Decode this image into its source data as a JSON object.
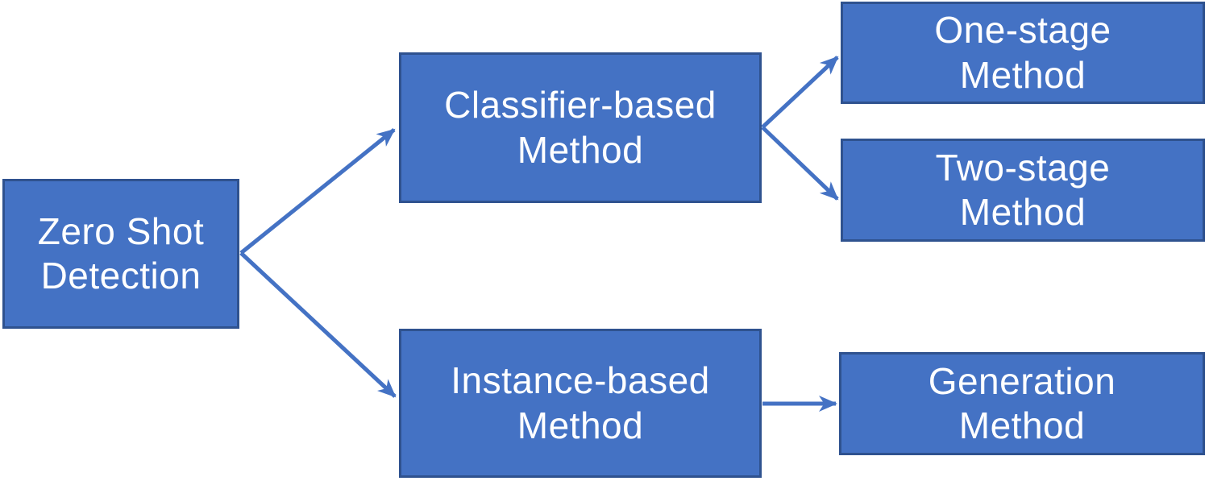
{
  "colors": {
    "node_fill": "#4472C4",
    "node_border": "#2F528F",
    "arrow": "#4472C4",
    "text": "#FFFFFF",
    "background": "#FFFFFF"
  },
  "nodes": {
    "root": {
      "label": "Zero Shot\nDetection"
    },
    "classifier": {
      "label": "Classifier-based\nMethod"
    },
    "instance": {
      "label": "Instance-based\nMethod"
    },
    "one_stage": {
      "label": "One-stage\nMethod"
    },
    "two_stage": {
      "label": "Two-stage\nMethod"
    },
    "generation": {
      "label": "Generation\nMethod"
    }
  },
  "edges": [
    {
      "from": "Zero Shot Detection",
      "to": "Classifier-based Method"
    },
    {
      "from": "Zero Shot Detection",
      "to": "Instance-based Method"
    },
    {
      "from": "Classifier-based Method",
      "to": "One-stage Method"
    },
    {
      "from": "Classifier-based Method",
      "to": "Two-stage Method"
    },
    {
      "from": "Instance-based Method",
      "to": "Generation Method"
    }
  ]
}
